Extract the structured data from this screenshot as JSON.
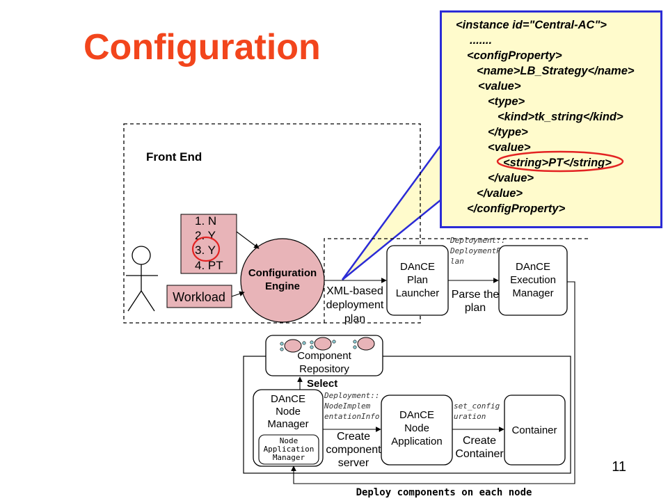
{
  "slide": {
    "title": "Configuration",
    "page_number": "11"
  },
  "xml_snippet": {
    "lines": [
      "<instance id=\"Central-AC\">",
      ".......",
      "<configProperty>",
      "<name>LB_Strategy</name>",
      "<value>",
      "<type>",
      "<kind>tk_string</kind>",
      "</type>",
      "<value>",
      "<string>PT</string>",
      "</value>",
      "</value>",
      "</configProperty>"
    ]
  },
  "diagram": {
    "front_end_label": "Front End",
    "options_list": [
      "1. N",
      "2. Y",
      "3. Y",
      "4. PT"
    ],
    "workload_label": "Workload",
    "configuration_engine": [
      "Configuration",
      "Engine"
    ],
    "xml_plan_label": [
      "XML-based",
      "deployment",
      "plan"
    ],
    "plan_launcher": [
      "DAnCE",
      "Plan",
      "Launcher"
    ],
    "parse_label": [
      "Parse the",
      "plan"
    ],
    "deployment_plan_note": [
      "Deployment::",
      "DeploymentP",
      "lan"
    ],
    "execution_manager": [
      "DAnCE",
      "Execution",
      "Manager"
    ],
    "component_repository": [
      "Component",
      "Repository"
    ],
    "select_label": "Select",
    "node_manager": [
      "DAnCE",
      "Node",
      "Manager"
    ],
    "node_application_manager": [
      "Node",
      "Application",
      "Manager"
    ],
    "node_impl_note": [
      "Deployment::",
      "NodeImplem",
      "entationInfo"
    ],
    "create_server_label": [
      "Create",
      "component",
      "server"
    ],
    "node_application": [
      "DAnCE",
      "Node",
      "Application"
    ],
    "set_config_note": [
      "set_config",
      "uration"
    ],
    "create_container_label": [
      "Create",
      "Container"
    ],
    "container_label": "Container",
    "deploy_label": "Deploy components on each node"
  },
  "colors": {
    "title": "#f2451c",
    "callout_fill": "#fffbcc",
    "callout_border": "#2b2bd6",
    "pink_fill": "#e8b4b8",
    "highlight_ellipse": "#e32222"
  }
}
